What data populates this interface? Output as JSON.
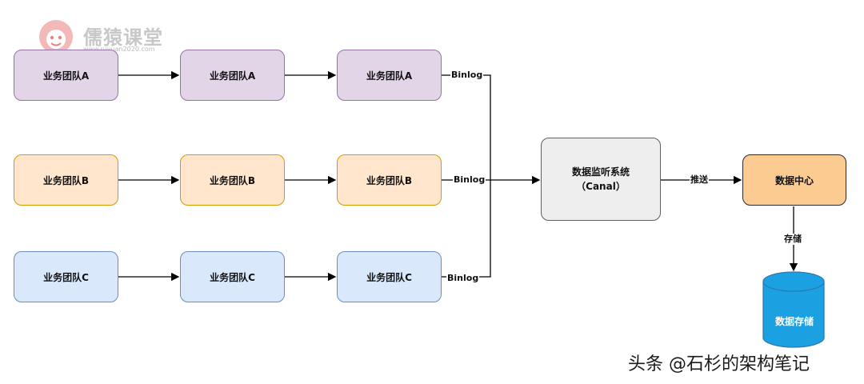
{
  "logo": {
    "name": "儒猿课堂",
    "url": "www.ruyuan2020.com"
  },
  "teams": {
    "a": [
      "业务团队A",
      "业务团队A",
      "业务团队A"
    ],
    "b": [
      "业务团队B",
      "业务团队B",
      "业务团队B"
    ],
    "c": [
      "业务团队C",
      "业务团队C",
      "业务团队C"
    ]
  },
  "edge_labels": {
    "binlog_a": "Binlog",
    "binlog_b": "Binlog",
    "binlog_c": "Binlog",
    "push": "推送",
    "store": "存储"
  },
  "monitor": {
    "line1": "数据监听系统",
    "line2": "（Canal）"
  },
  "data_center": "数据中心",
  "storage": "数据存储",
  "watermark": "头条 @石杉的架构笔记",
  "colors": {
    "team_a_fill": "#e1d5e7",
    "team_b_fill": "#ffe6cc",
    "team_c_fill": "#dae8fc",
    "monitor_fill": "#eeeeee",
    "data_center_fill": "#fccb92",
    "storage_fill": "#1ba1e2"
  }
}
